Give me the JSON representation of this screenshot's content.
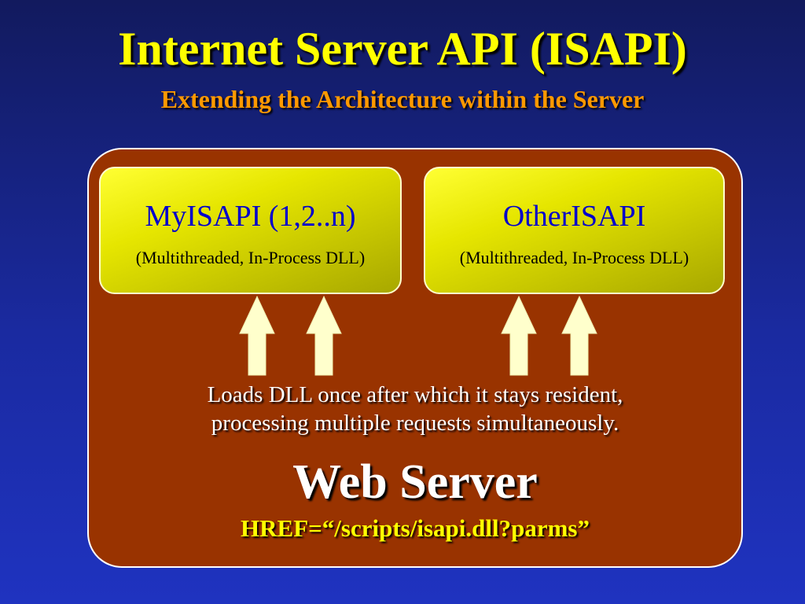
{
  "slide": {
    "title": "Internet Server API (ISAPI)",
    "subtitle": "Extending the Architecture within the Server"
  },
  "diagram": {
    "dll_boxes": [
      {
        "title": "MyISAPI (1,2..n)",
        "subtitle": "(Multithreaded, In-Process DLL)"
      },
      {
        "title": "OtherISAPI",
        "subtitle": "(Multithreaded, In-Process DLL)"
      }
    ],
    "server": {
      "description_line1": "Loads DLL once after which it stays resident,",
      "description_line2": "processing multiple requests simultaneously.",
      "title": "Web Server",
      "href": "HREF=“/scripts/isapi.dll?parms”"
    },
    "arrow_icon": "up-arrow-icon"
  },
  "colors": {
    "background": "#1a2aa0",
    "title": "#ffff00",
    "subtitle": "#ff9900",
    "server_fill": "#993300",
    "dll_fill": "#e6e600",
    "dll_title": "#0000cc",
    "arrow_fill": "#ffffcc"
  }
}
